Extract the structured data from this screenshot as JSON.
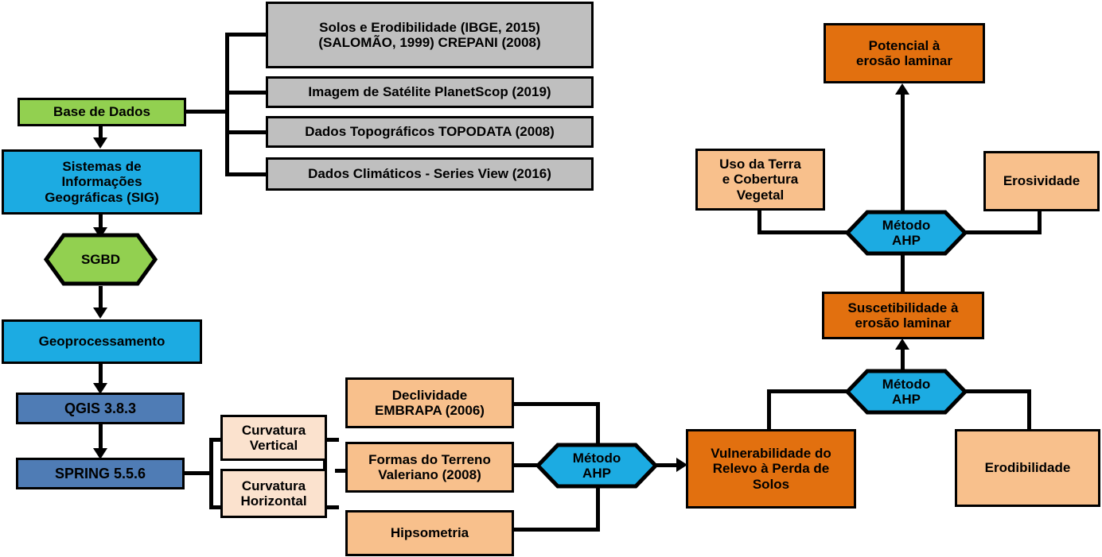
{
  "diagram": {
    "title": "Fluxograma metodologico - erosao laminar",
    "colors": {
      "green": "#92D050",
      "cyan": "#1CABE2",
      "steel_blue": "#4F7CB5",
      "gray": "#BFBFBF",
      "peach": "#F8C08C",
      "peach_light": "#FBE2CE",
      "orange": "#E2700F",
      "stroke": "#000000"
    },
    "nodes": {
      "base_dados": "Base de Dados",
      "sig": "Sistemas de\nInformações\nGeográficas (SIG)",
      "sgbd": "SGBD",
      "geoprocessamento": "Geoprocessamento",
      "qgis": "QGIS 3.8.3",
      "spring": "SPRING 5.5.6",
      "solos": "Solos e Erodibilidade (IBGE, 2015)\n(SALOMÃO, 1999) CREPANI (2008)",
      "imagem_satelite": "Imagem de Satélite PlanetScop (2019)",
      "topodata": "Dados Topográficos TOPODATA  (2008)",
      "climaticos": "Dados Climáticos - Series View (2016)",
      "curvatura_vertical": "Curvatura\nVertical",
      "curvatura_horizontal": "Curvatura\nHorizontal",
      "declividade": "Declividade\nEMBRAPA  (2006)",
      "formas_terreno": "Formas do Terreno\nValeriano (2008)",
      "hipsometria": "Hipsometria",
      "ahp_bottom": "Método\nAHP",
      "ahp_middle": "Método\nAHP",
      "ahp_top": "Método\nAHP",
      "vulnerabilidade": "Vulnerabilidade do\nRelevo à Perda de\nSolos",
      "erodibilidade": "Erodibilidade",
      "suscetibilidade": "Suscetibilidade à\nerosão laminar",
      "uso_terra": "Uso da Terra\ne Cobertura\nVegetal",
      "erosividade": "Erosividade",
      "potencial": "Potencial à\nerosão laminar"
    }
  }
}
